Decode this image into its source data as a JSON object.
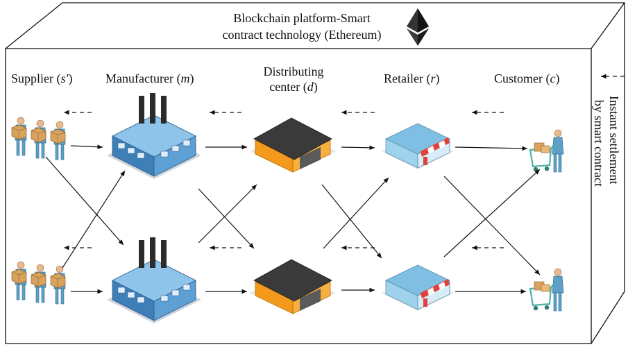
{
  "platform": {
    "title_line1": "Blockchain platform-Smart",
    "title_line2": "contract technology (Ethereum)",
    "icon": "ethereum-logo"
  },
  "columns": {
    "supplier": {
      "name": "Supplier",
      "symbol": "s′"
    },
    "manufacturer": {
      "name": "Manufacturer",
      "symbol": "m"
    },
    "distributor": {
      "name_line1": "Distributing",
      "name_line2": "center",
      "symbol": "d"
    },
    "retailer": {
      "name": "Retailer",
      "symbol": "r"
    },
    "customer": {
      "name": "Customer",
      "symbol": "c"
    }
  },
  "legend": {
    "line1": "Instant settlement",
    "line2": "by smart contract",
    "arrow_style": "dashed"
  },
  "colors": {
    "person": "#5ea0c6",
    "box": "#d9a25e",
    "factory": "#3f7fb8",
    "warehouse_roof": "#3a3a3a",
    "warehouse_wall": "#f39a1c",
    "shop_awning": "#e0413a",
    "cart": "#4fb0a8"
  }
}
